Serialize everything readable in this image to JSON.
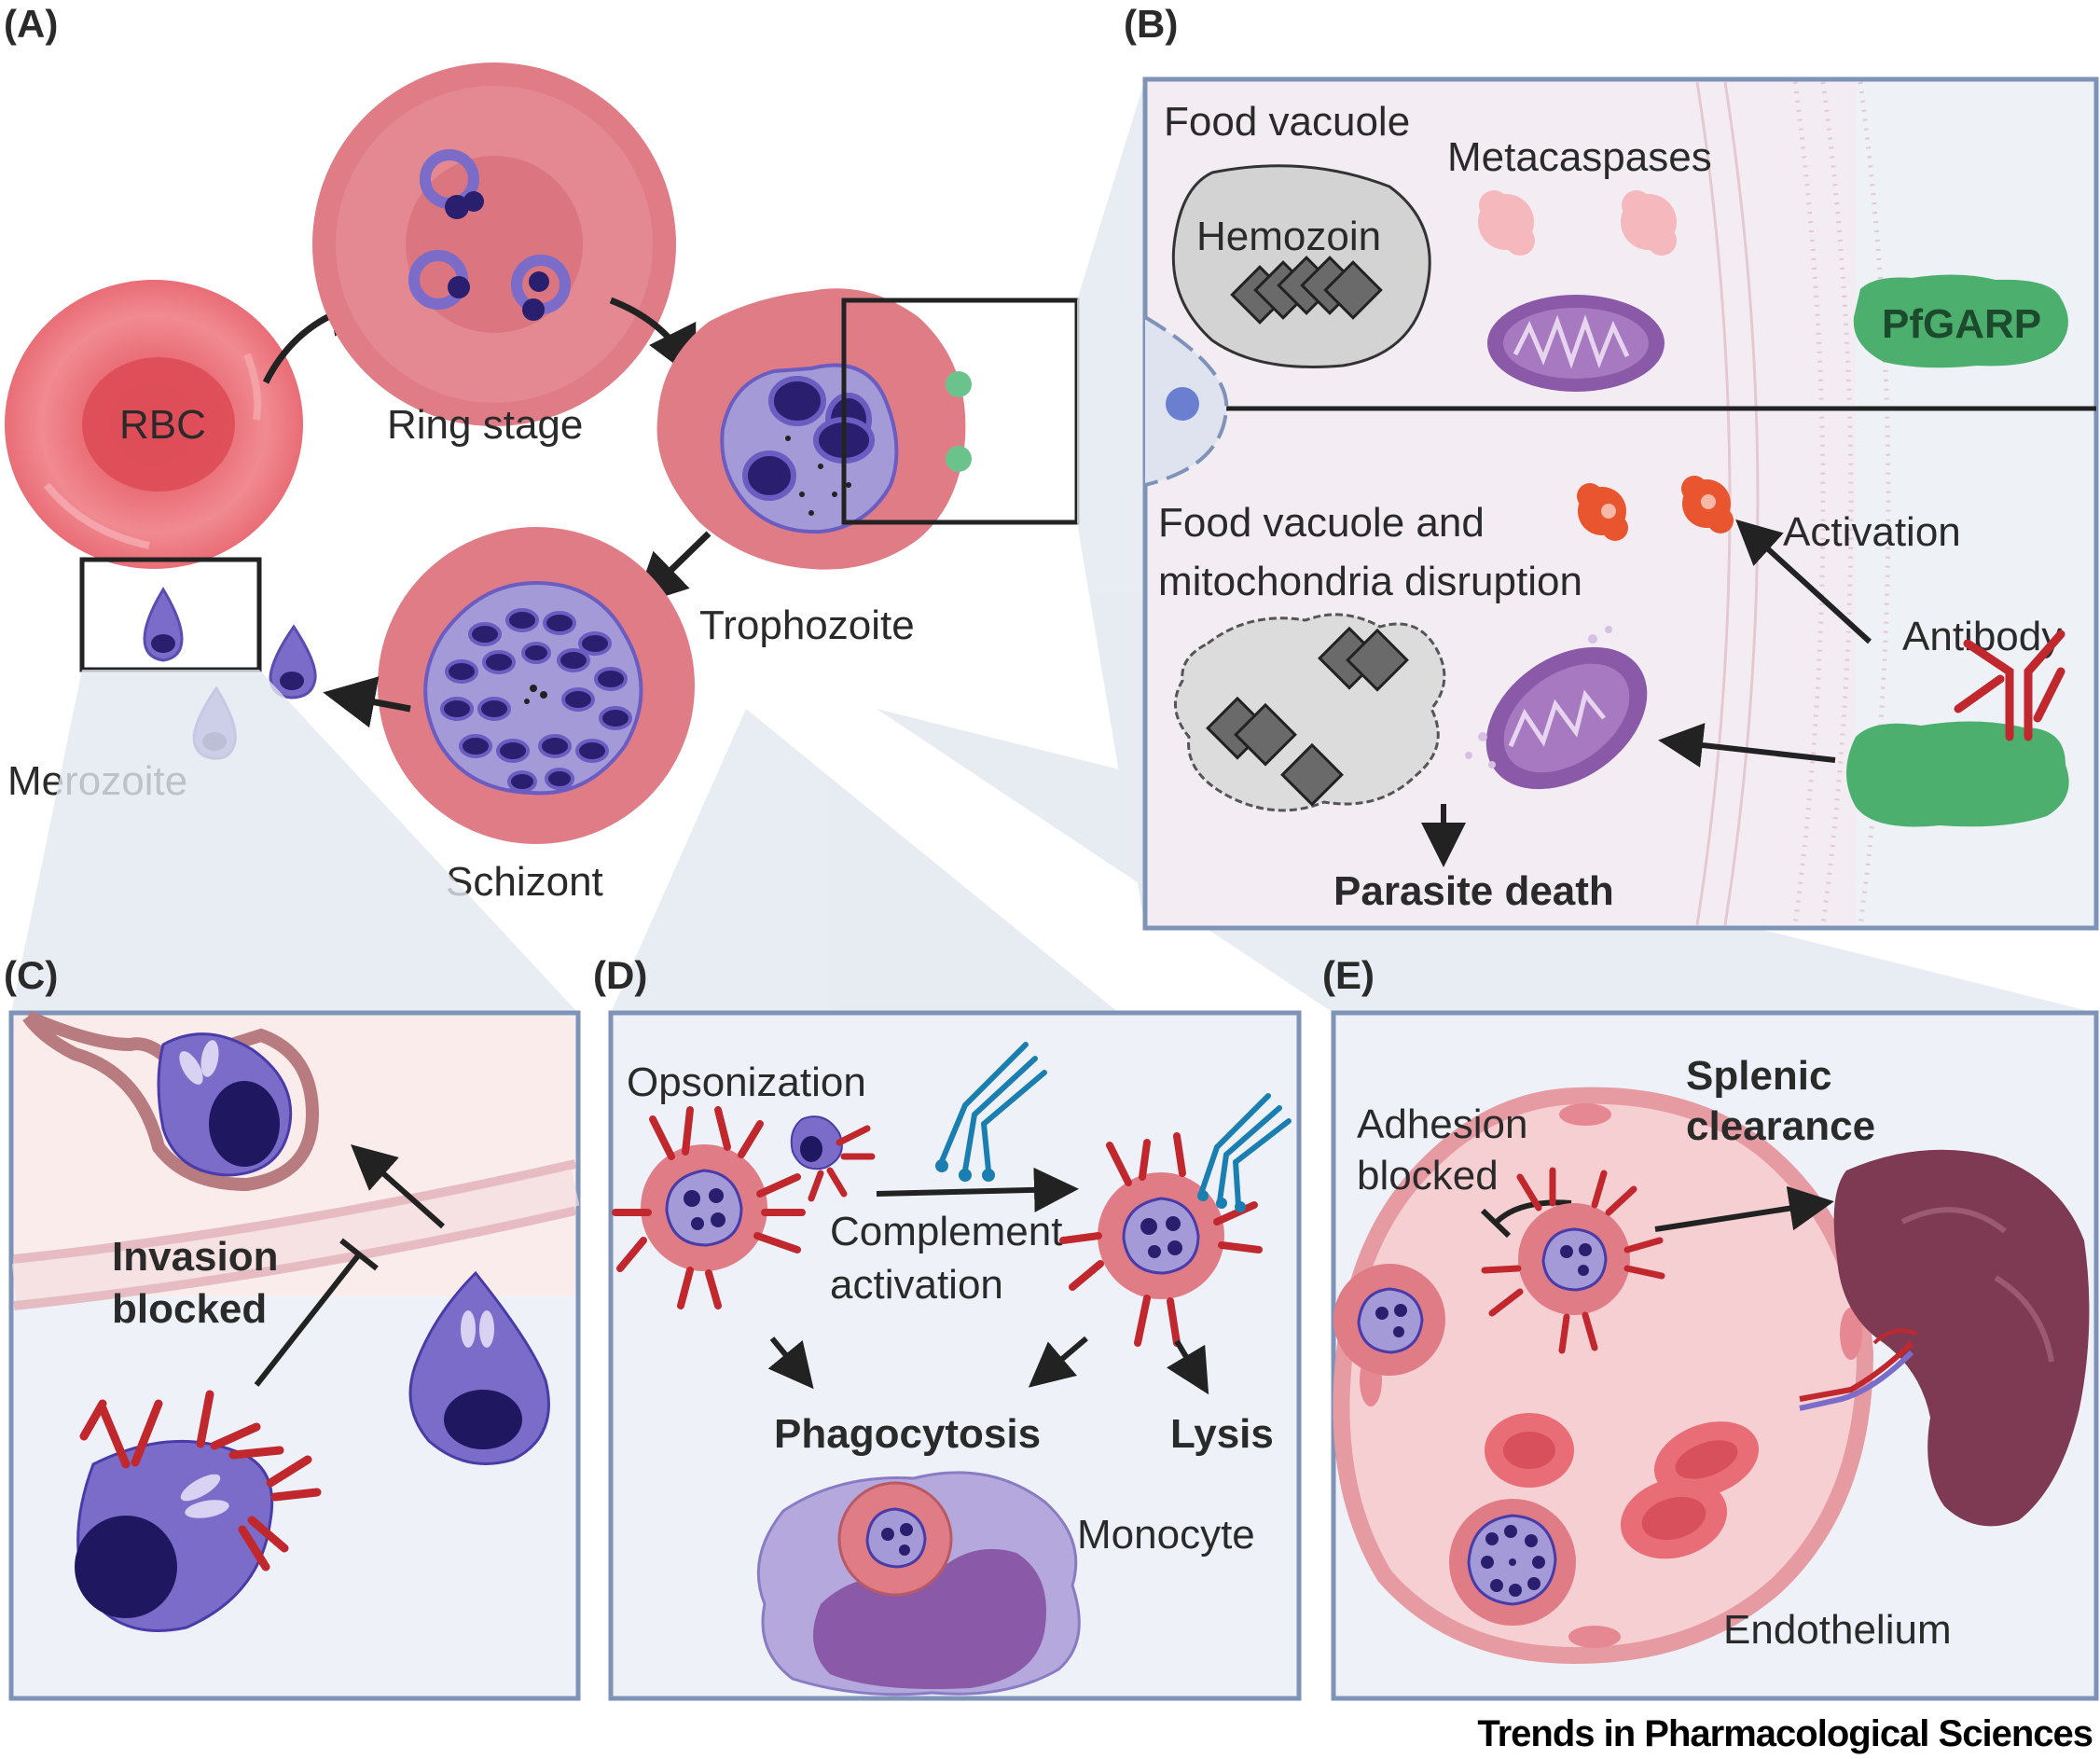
{
  "panels": {
    "a": {
      "label": "(A)",
      "rbc": "RBC",
      "ring_stage": "Ring stage",
      "trophozoite": "Trophozoite",
      "schizont": "Schizont",
      "merozoite": "Merozoite"
    },
    "b": {
      "label": "(B)",
      "food_vacuole": "Food vacuole",
      "hemozoin": "Hemozoin",
      "metacaspases": "Metacaspases",
      "pfgarp": "PfGARP",
      "disruption_line1": "Food vacuole and",
      "disruption_line2": "mitochondria disruption",
      "activation": "Activation",
      "antibody": "Antibody",
      "parasite_death": "Parasite death"
    },
    "c": {
      "label": "(C)",
      "invasion_line1": "Invasion",
      "invasion_line2": "blocked"
    },
    "d": {
      "label": "(D)",
      "opsonization": "Opsonization",
      "complement_line1": "Complement",
      "complement_line2": "activation",
      "phagocytosis": "Phagocytosis",
      "lysis": "Lysis",
      "monocyte": "Monocyte"
    },
    "e": {
      "label": "(E)",
      "adhesion_line1": "Adhesion",
      "adhesion_line2": "blocked",
      "splenic_line1": "Splenic",
      "splenic_line2": "clearance",
      "endothelium": "Endothelium"
    }
  },
  "footer": {
    "journal": "Trends in Pharmacological Sciences"
  },
  "colors": {
    "rbc": "#e8707a",
    "rbc_light": "#f0a0a6",
    "parasite": "#7a6cc8",
    "parasite_dark": "#2a1f6e",
    "antibody": "#c0282e",
    "complement": "#1a7fb0",
    "pfgarp": "#4caf6e",
    "mitochondria": "#8a5aa8",
    "panel_border": "#7f93b8",
    "panel_fill": "#eef2f8"
  }
}
